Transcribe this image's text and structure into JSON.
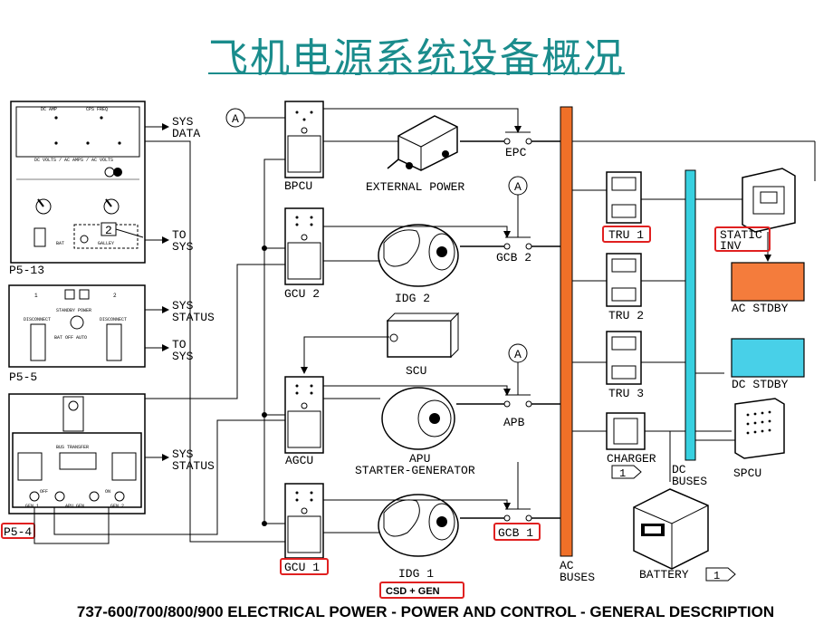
{
  "title": "飞机电源系统设备概况",
  "footer": "737-600/700/800/900 ELECTRICAL POWER - POWER AND CONTROL - GENERAL DESCRIPTION",
  "panels": {
    "p513": {
      "label": "P5-13",
      "dc_amp": "DC AMP",
      "cps_freq": "CPS FREQ",
      "meter_select": "DC VOLTS / AC AMPS / AC VOLTS",
      "bat": "BAT",
      "galley": "GALLEY",
      "callout": "2",
      "out_data": [
        "SYS",
        "DATA"
      ],
      "out_sys": [
        "TO",
        "SYS"
      ]
    },
    "p55": {
      "label": "P5-5",
      "num1": "1",
      "num2": "2",
      "standby_power": "STANDBY POWER",
      "disconnect": "DISCONNECT",
      "bat_off_auto": "BAT   OFF   AUTO",
      "out_status": [
        "SYS",
        "STATUS"
      ],
      "out_sys": [
        "TO",
        "SYS"
      ]
    },
    "p54": {
      "label": "P5-4",
      "bus_transfer": "BUS TRANSFER",
      "apu_gen": "APU GEN",
      "gen1": "GEN 1",
      "gen2": "GEN 2",
      "off": "OFF",
      "on": "ON",
      "out_status": [
        "SYS",
        "STATUS"
      ]
    }
  },
  "units": {
    "bpcu": "BPCU",
    "gcu2": "GCU 2",
    "agcu": "AGCU",
    "gcu1": "GCU 1",
    "external_power": "EXTERNAL POWER",
    "idg2": "IDG 2",
    "scu": "SCU",
    "apu": "APU",
    "starter_generator": "STARTER-GENERATOR",
    "idg1": "IDG 1",
    "csd_gen": "CSD + GEN",
    "epc": "EPC",
    "gcb2": "GCB 2",
    "apb": "APB",
    "gcb1": "GCB 1",
    "ammeter": "A",
    "ac_buses": [
      "AC",
      "BUSES"
    ],
    "dc_buses": [
      "DC",
      "BUSES"
    ],
    "tru1": "TRU 1",
    "tru2": "TRU 2",
    "tru3": "TRU 3",
    "charger": "CHARGER",
    "charger_callout": "1",
    "battery": "BATTERY",
    "battery_callout": "1",
    "static_inv": [
      "STATIC",
      "INV"
    ],
    "ac_stdby": "AC STDBY",
    "dc_stdby": "DC STDBY",
    "spcu": "SPCU"
  },
  "colors": {
    "title": "#1a8c8c",
    "ac_bus": "#f07028",
    "dc_bus": "#38d0e0",
    "ac_stdby": "#f47c3c",
    "dc_stdby": "#48d0e8",
    "highlight": "#e02020"
  }
}
